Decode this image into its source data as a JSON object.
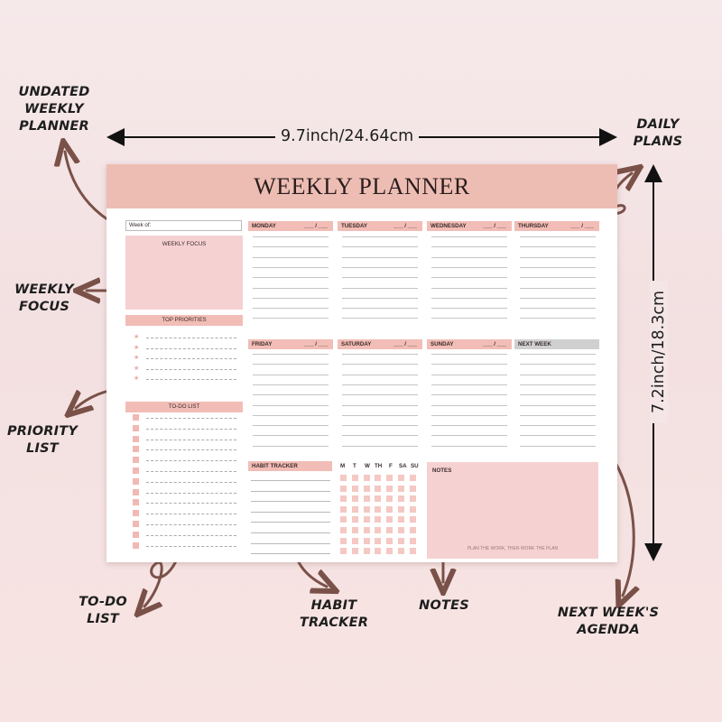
{
  "callouts": {
    "undated": [
      "UNDATED",
      "WEEKLY",
      "PLANNER"
    ],
    "daily": [
      "DAILY",
      "PLANS"
    ],
    "focus": [
      "WEEKLY",
      "FOCUS"
    ],
    "priority": [
      "PRIORITY",
      "LIST"
    ],
    "todo": [
      "TO-DO",
      "LIST"
    ],
    "habit": [
      "HABIT",
      "TRACKER"
    ],
    "notes": [
      "NOTES"
    ],
    "nextweek": [
      "NEXT WEEK'S",
      "AGENDA"
    ]
  },
  "dimensions": {
    "width": "9.7inch/24.64cm",
    "height": "7.2inch/18.3cm"
  },
  "planner": {
    "title": "WEEKLY PLANNER",
    "week_of": "Week of:",
    "weekly_focus": "WEEKLY FOCUS",
    "top_priorities": "TOP PRIORITIES",
    "todo_list": "TO-DO LIST",
    "days_row1": [
      "MONDAY",
      "TUESDAY",
      "WEDNESDAY",
      "THURSDAY"
    ],
    "days_row2": [
      "FRIDAY",
      "SATURDAY",
      "SUNDAY",
      "NEXT WEEK"
    ],
    "date_blank": "___ / ___",
    "habit_tracker": "HABIT TRACKER",
    "habit_days": [
      "M",
      "T",
      "W",
      "TH",
      "F",
      "SA",
      "SU"
    ],
    "notes": "NOTES",
    "motto": "PLAN THE WORK, THEN WORK THE PLAN"
  },
  "colors": {
    "header_pink": "#edbdb3",
    "accent_pink": "#f2bdb6",
    "box_pink": "#f6d1d2",
    "arrow_brown": "#7a5148",
    "next_week_grey": "#d0d0d0"
  }
}
